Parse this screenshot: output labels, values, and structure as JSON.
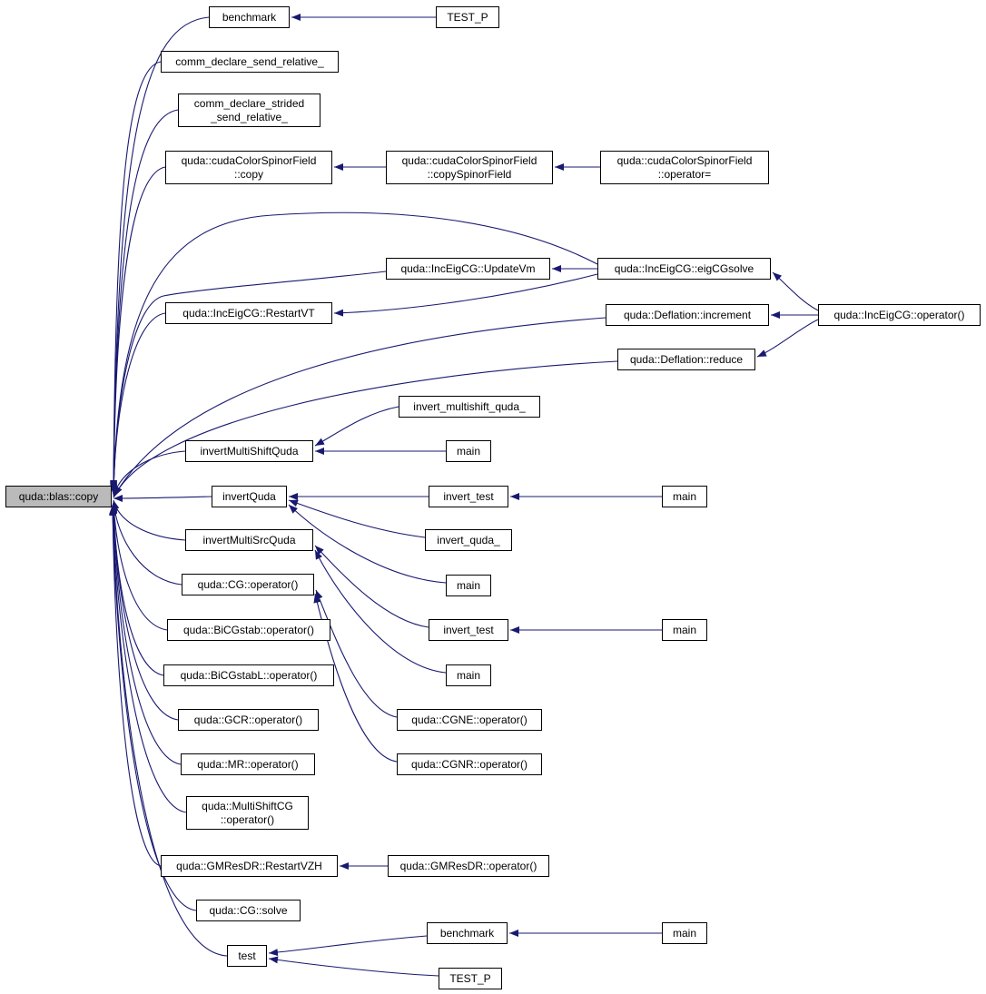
{
  "colors": {
    "edge": "#191970",
    "node_border": "#000000",
    "node_fill": "#ffffff",
    "root_fill": "#bababa",
    "background": "#ffffff"
  },
  "root": {
    "label": "quda::blas::copy"
  },
  "nodes": {
    "benchmark_top": "benchmark",
    "test_p_top": "TEST_P",
    "comm_declare_send_relative": "comm_declare_send_relative_",
    "comm_declare_strided_send_relative": "comm_declare_strided\n_send_relative_",
    "cudacolorspinorfield_copy": "quda::cudaColorSpinorField\n::copy",
    "cudacolorspinorfield_copyspinorfield": "quda::cudaColorSpinorField\n::copySpinorField",
    "cudacolorspinorfield_operator_assign": "quda::cudaColorSpinorField\n::operator=",
    "inceigcg_updatevm": "quda::IncEigCG::UpdateVm",
    "inceigcg_eigcgsolve": "quda::IncEigCG::eigCGsolve",
    "inceigcg_restartvt": "quda::IncEigCG::RestartVT",
    "deflation_increment": "quda::Deflation::increment",
    "inceigcg_operator": "quda::IncEigCG::operator()",
    "deflation_reduce": "quda::Deflation::reduce",
    "invert_multishift_quda": "invert_multishift_quda_",
    "invertmultishiftquda": "invertMultiShiftQuda",
    "main_1": "main",
    "invertquda": "invertQuda",
    "invert_test_1": "invert_test",
    "main_2": "main",
    "invertmultisrcquda": "invertMultiSrcQuda",
    "invert_quda": "invert_quda_",
    "cg_operator": "quda::CG::operator()",
    "main_3": "main",
    "bicgstab_operator": "quda::BiCGstab::operator()",
    "invert_test_2": "invert_test",
    "main_4": "main",
    "bicgstabl_operator": "quda::BiCGstabL::operator()",
    "main_5": "main",
    "gcr_operator": "quda::GCR::operator()",
    "cgne_operator": "quda::CGNE::operator()",
    "mr_operator": "quda::MR::operator()",
    "cgnr_operator": "quda::CGNR::operator()",
    "multishiftcg_operator": "quda::MultiShiftCG\n::operator()",
    "gmresdr_restartvzh": "quda::GMResDR::RestartVZH",
    "gmresdr_operator": "quda::GMResDR::operator()",
    "cg_solve": "quda::CG::solve",
    "test": "test",
    "benchmark_bottom": "benchmark",
    "main_6": "main",
    "test_p_bottom": "TEST_P"
  }
}
